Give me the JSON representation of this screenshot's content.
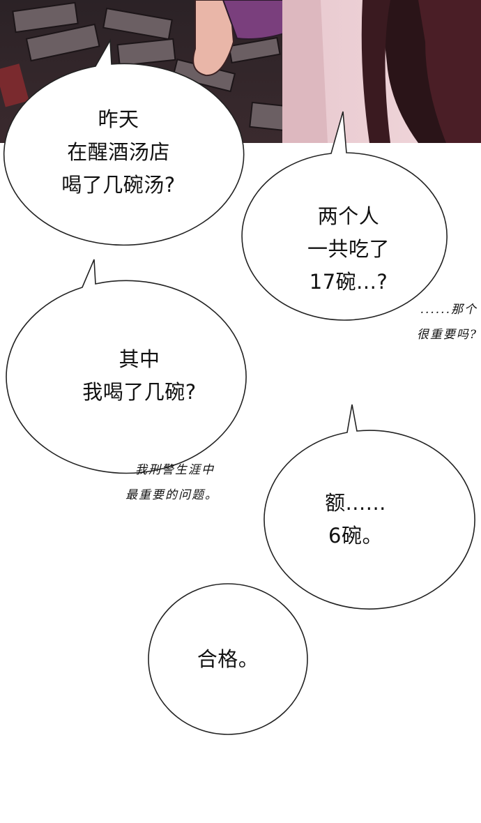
{
  "panel": {
    "description_icon": "manga-scene-icon"
  },
  "bubbles": {
    "b1": [
      "昨天",
      "在醒酒汤店",
      "喝了几碗汤?"
    ],
    "b2": [
      "两个人",
      "一共吃了",
      "17碗...?"
    ],
    "b3": [
      "其中",
      "我喝了几碗?"
    ],
    "b4": [
      "额......",
      "6碗。"
    ],
    "b5": [
      "合格。"
    ]
  },
  "asides": {
    "a1": [
      "......那个",
      "很重要吗?"
    ],
    "a2": [
      "我刑警生涯中",
      "最重要的问题。"
    ]
  }
}
